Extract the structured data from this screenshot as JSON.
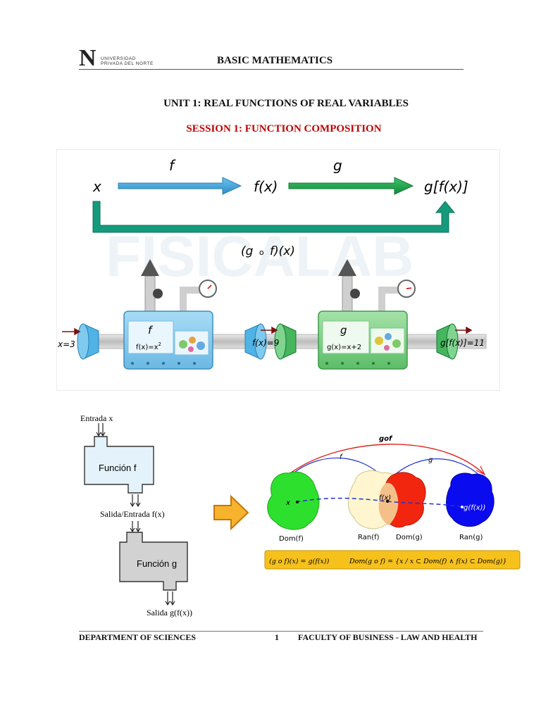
{
  "header": {
    "logo_letter": "N",
    "logo_line1": "UNIVERSIDAD",
    "logo_line2": "PRIVADA DEL NORTE",
    "title": "BASIC MATHEMATICS"
  },
  "unit_title": "UNIT 1: REAL FUNCTIONS OF REAL VARIABLES",
  "session_title": "SESSION 1: FUNCTION COMPOSITION",
  "figure1": {
    "watermark": "FISICALAB",
    "x_label": "x",
    "f_label": "f",
    "fx_label": "f(x)",
    "g_label": "g",
    "gfx_label": "g[f(x)]",
    "composite_label": "(g",
    "composite_circ": "o",
    "composite_rest": "f)(x)",
    "machine_f_name": "f",
    "machine_f_rule": "f(x)=x",
    "machine_f_exp": "2",
    "machine_g_name": "g",
    "machine_g_rule": "g(x)=x+2",
    "input_label": "x=3",
    "middle_label": "f(x)=9",
    "output_label": "g[f(x)]=11",
    "colors": {
      "blue_arrow": "#3ea3d8",
      "green_arrow": "#1fa34a",
      "frame": "#159a7c"
    }
  },
  "figure2": {
    "input_label": "Entrada x",
    "box_f_label": "Función f",
    "mid_label": "Salida/Entrada f(x)",
    "box_g_label": "Función g",
    "output_label": "Salida g(f(x))"
  },
  "figure3": {
    "gof_label": "gof",
    "f_label": "f",
    "g_label": "g",
    "x_label": "x",
    "fx_label": "f(x)",
    "gfx_label": "g(f(x))",
    "dom_f": "Dom(f)",
    "ran_f": "Ran(f)",
    "dom_g": "Dom(g)",
    "ran_g": "Ran(g)",
    "formula_left": "(g o f)(x) = g(f(x))",
    "formula_right": "Dom(g o f) = {x / x ⊂ Dom(f) ∧ f(x) ⊂ Dom(g)}"
  },
  "footer": {
    "left": "DEPARTMENT OF SCIENCES",
    "page": "1",
    "right": "FACULTY OF BUSINESS - LAW AND HEALTH"
  }
}
